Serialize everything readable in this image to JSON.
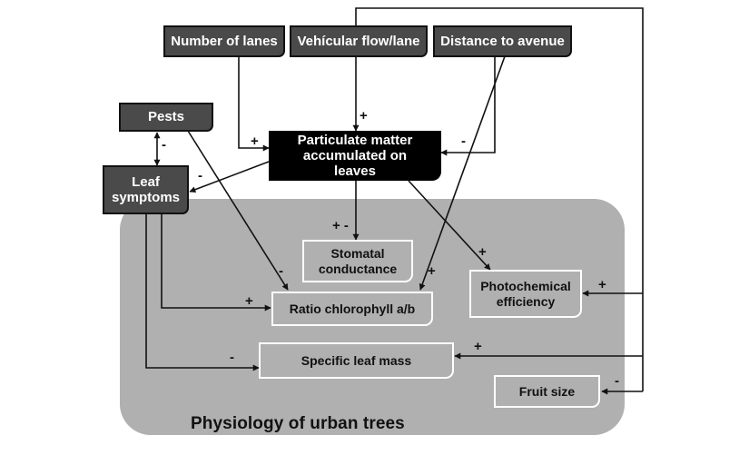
{
  "region": {
    "label": "Physiology of urban trees"
  },
  "nodes": {
    "number_of_lanes": "Number of lanes",
    "vehicular_flow": "Vehícular flow/lane",
    "distance_to_avenue": "Distance to avenue",
    "pests": "Pests",
    "leaf_symptoms": "Leaf symptoms",
    "particulate_matter": "Particulate matter accumulated on leaves",
    "stomatal_conductance": "Stomatal conductance",
    "photochemical_efficiency": "Photochemical efficiency",
    "ratio_chlorophyll": "Ratio chlorophyll a/b",
    "specific_leaf_mass": "Specific leaf mass",
    "fruit_size": "Fruit size"
  },
  "signs": {
    "flow_to_pm": "+",
    "lanes_to_pm": "+",
    "distance_to_pm": "-",
    "pests_leaf": "-",
    "pm_to_leaf": "-",
    "pm_to_stomatal": "+ -",
    "pm_to_photo": "+",
    "distance_to_ratio": "+",
    "pests_to_ratio": "-",
    "leaf_to_ratio": "+",
    "leaf_to_slm": "-",
    "flow_to_photo": "+",
    "flow_to_slm": "+",
    "flow_to_fruit": "-"
  },
  "colors": {
    "dark_node": "#4a4a4a",
    "black_node": "#000000",
    "region": "#b0b0b0"
  }
}
